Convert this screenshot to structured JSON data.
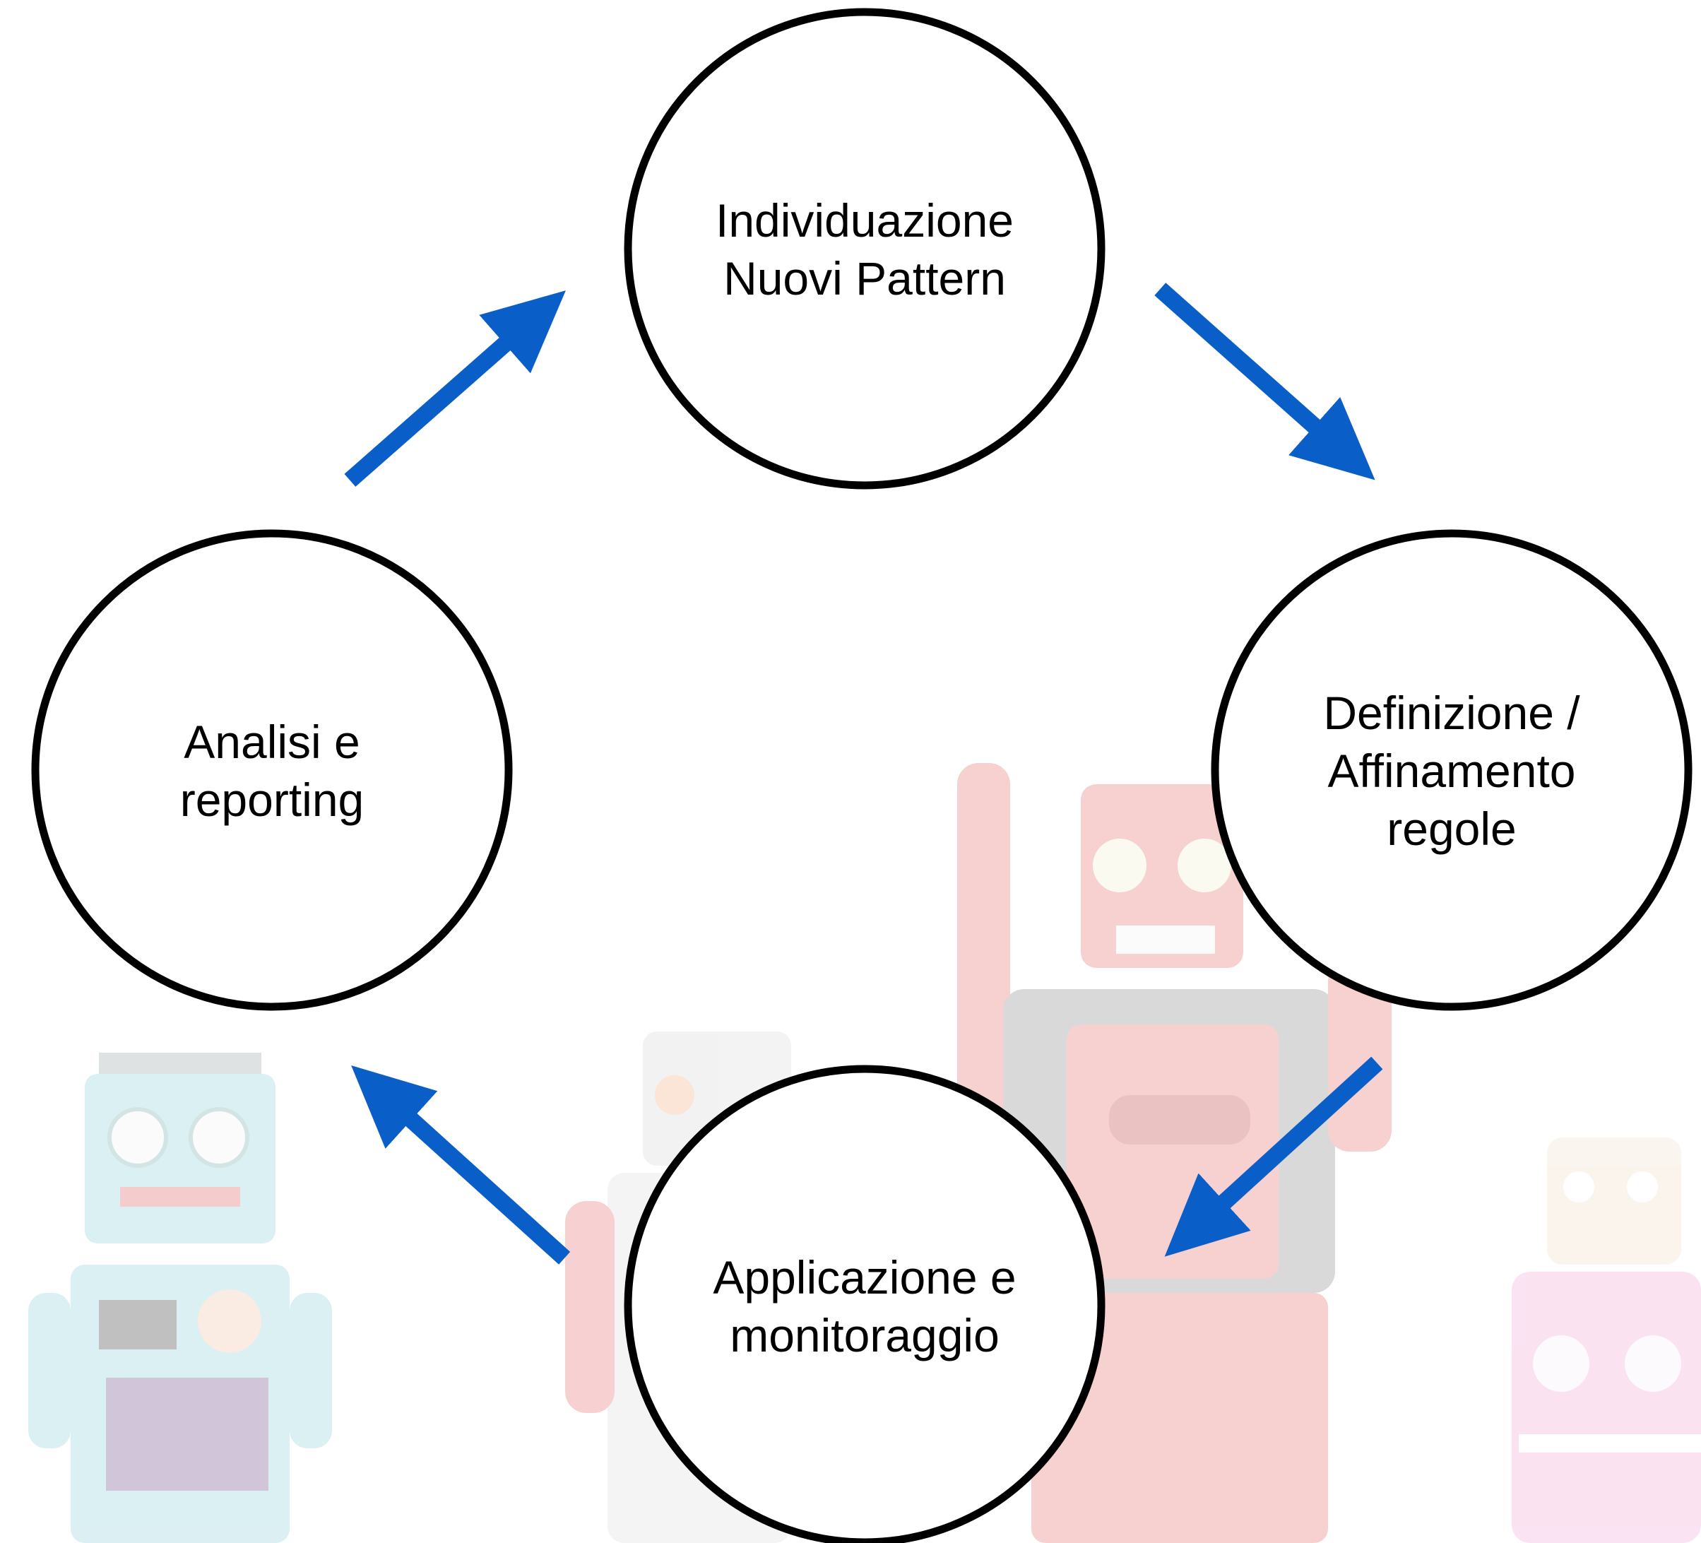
{
  "colors": {
    "arrow": "#0a5ec8",
    "circle_stroke": "#000000",
    "text": "#000000",
    "background": "#ffffff"
  },
  "nodes": [
    {
      "id": "individuazione",
      "lines": [
        "Individuazione",
        "Nuovi Pattern"
      ]
    },
    {
      "id": "definizione",
      "lines": [
        "Definizione /",
        "Affinamento",
        "regole"
      ]
    },
    {
      "id": "applicazione",
      "lines": [
        "Applicazione e",
        "monitoraggio"
      ]
    },
    {
      "id": "analisi",
      "lines": [
        "Analisi e",
        "reporting"
      ]
    }
  ],
  "edges": [
    {
      "from": "individuazione",
      "to": "definizione"
    },
    {
      "from": "definizione",
      "to": "applicazione"
    },
    {
      "from": "applicazione",
      "to": "analisi"
    },
    {
      "from": "analisi",
      "to": "individuazione"
    }
  ],
  "background_illustration": {
    "subject": "toy-robots",
    "robots": [
      {
        "name": "teal-robot",
        "color": "#8fd0d8"
      },
      {
        "name": "silver-robot",
        "color": "#d8d8d8"
      },
      {
        "name": "red-robot",
        "color": "#e86a6a"
      },
      {
        "name": "pink-robot",
        "color": "#efa6d6"
      }
    ]
  }
}
